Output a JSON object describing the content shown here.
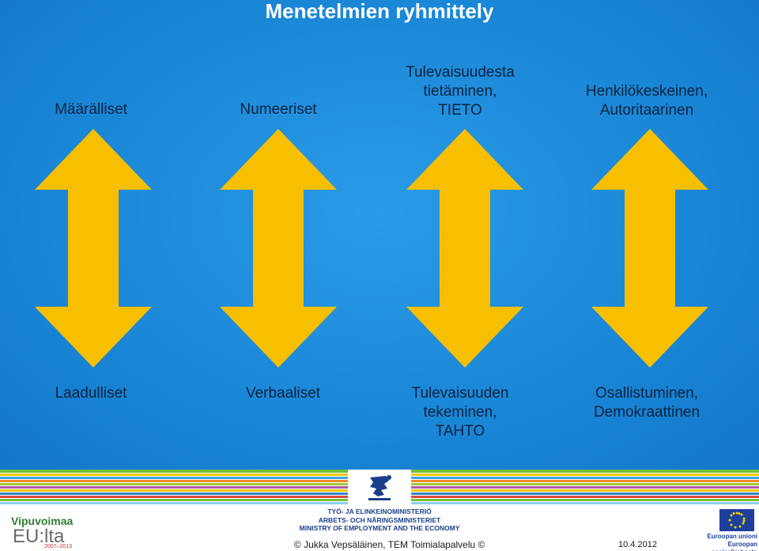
{
  "slide": {
    "title": "Menetelmien ryhmittely",
    "top_labels": [
      "Määrälliset",
      "Numeeriset",
      "Tulevaisuudesta\ntietäminen,\nTIETO",
      "Henkilökeskeinen,\nAutoritaarinen"
    ],
    "bottom_labels": [
      "Laadulliset",
      "Verbaaliset",
      "Tulevaisuuden\ntekeminen,\nTAHTO",
      "Osallistuminen,\nDemokraattinen"
    ]
  },
  "colors": {
    "background": "#1f8fdc",
    "arrow_fill": "#f7bf00",
    "label_text": "#0c2340",
    "title_text": "#ffffff"
  },
  "footer": {
    "logo_line1": "Vipuvoimaa",
    "logo_line2": "EU:lta",
    "logo_years": "2007–2013",
    "ministry_lines": [
      "TYÖ- JA ELINKEINOMINISTERIÖ",
      "ARBETS- OCH NÄRINGSMINISTERIET",
      "MINISTRY OF EMPLOYMENT AND THE ECONOMY"
    ],
    "copyright": "© Jukka Vepsäläinen, TEM Toimialapalvelu ©",
    "date": "10.4.2012",
    "eu_lines": [
      "Euroopan unioni",
      "Euroopan sosiaalirahasto"
    ]
  }
}
